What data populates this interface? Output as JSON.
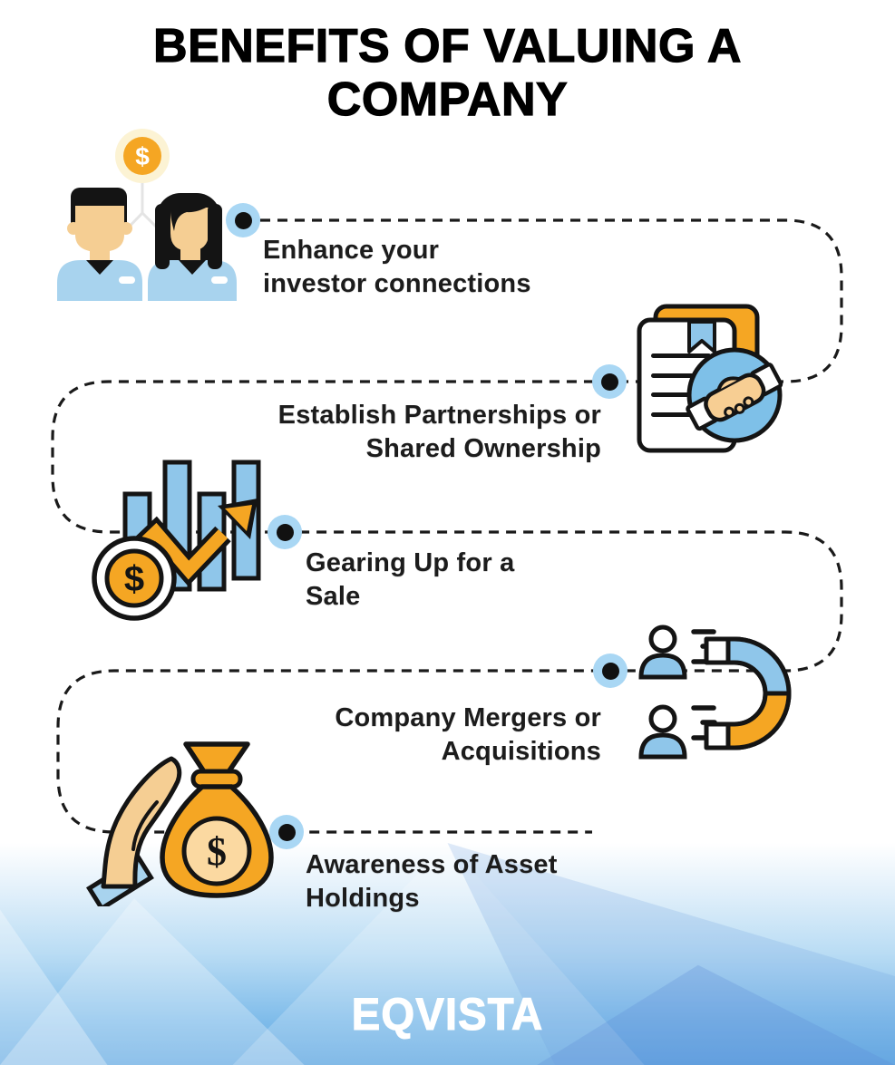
{
  "title": {
    "line1": "BENEFITS OF VALUING A",
    "line2": "COMPANY"
  },
  "items": [
    {
      "name": "enhance-investor-connections",
      "line1": "Enhance your",
      "line2": "investor connections",
      "icon": "two-people-with-dollar-coin",
      "align": "left"
    },
    {
      "name": "establish-partnerships",
      "line1": "Establish Partnerships or",
      "line2": "Shared Ownership",
      "icon": "document-with-handshake",
      "align": "right"
    },
    {
      "name": "gearing-up-for-sale",
      "line1": "Gearing Up for a",
      "line2": "Sale",
      "icon": "bar-chart-with-arrow-and-dollar-coin",
      "align": "left"
    },
    {
      "name": "company-mergers-acquisitions",
      "line1": "Company Mergers or",
      "line2": "Acquisitions",
      "icon": "magnet-attracting-people",
      "align": "right"
    },
    {
      "name": "awareness-asset-holdings",
      "line1": "Awareness of Asset",
      "line2": "Holdings",
      "icon": "hand-holding-money-bag",
      "align": "left"
    }
  ],
  "glyphs": {
    "dollar": "$"
  },
  "footer": {
    "brand": "EQVISTA"
  },
  "colors": {
    "orange": "#F5A623",
    "light_blue": "#8FC6EA",
    "pale_blue": "#A8D3EE",
    "bullet_ring": "#A9D7F4",
    "skin": "#F5CE93",
    "pale_yellow": "#FCF3D4",
    "ink": "#141414",
    "footer_blue": "#63A9E2"
  }
}
